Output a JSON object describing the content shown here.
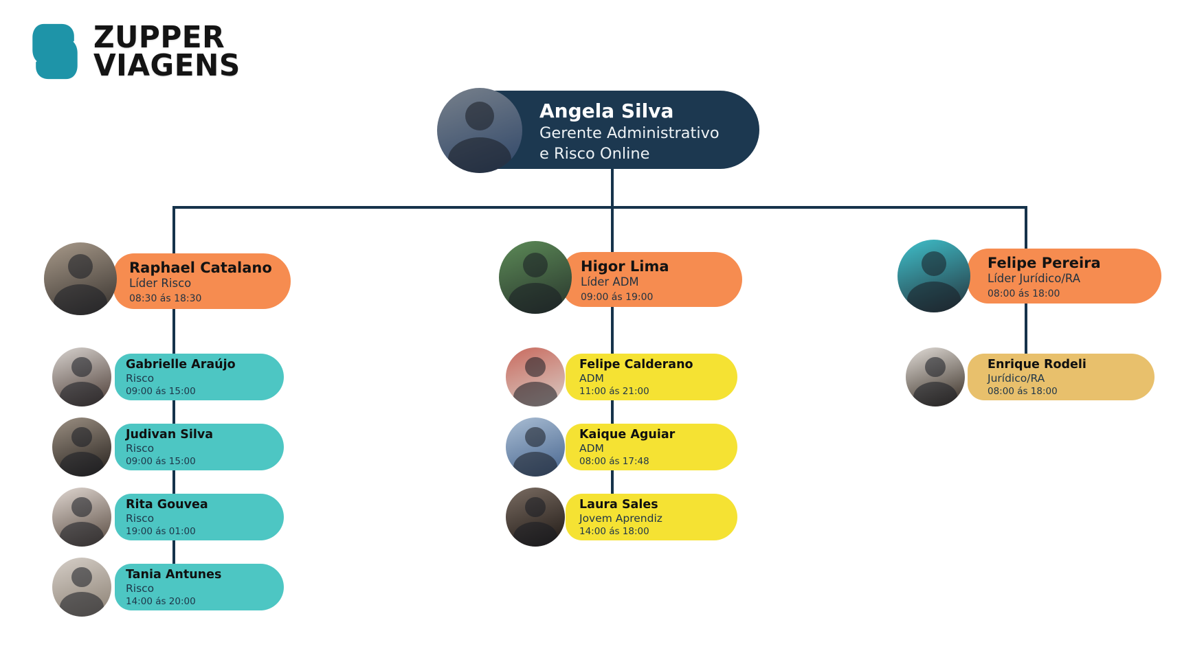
{
  "logo": {
    "brand_line1": "ZUPPER",
    "brand_line2": "VIAGENS",
    "mark_color": "#1E94A8"
  },
  "theme": {
    "background": "#FFFFFF",
    "line_color": "#16334B",
    "root_color": "#1C3850",
    "leader_color": "#F68C50",
    "risco_member_color": "#4DC6C3",
    "adm_member_color": "#F5E233",
    "juridico_member_color": "#E8C06C",
    "name_text_color": "#101010",
    "sub_text_color": "#1E3548"
  },
  "root": {
    "name": "Angela Silva",
    "title_lines": [
      "Gerente Administrativo",
      "e Risco Online"
    ],
    "avatar_colors": [
      "#77808B",
      "#2F4668"
    ]
  },
  "columns": [
    {
      "member_color": "#4DC6C3",
      "leader": {
        "name": "Raphael Catalano",
        "role": "Líder Risco",
        "schedule": "08:30 ás 18:30",
        "avatar_colors": [
          "#A89A8A",
          "#35302C"
        ]
      },
      "members": [
        {
          "name": "Gabrielle Araújo",
          "role": "Risco",
          "schedule": "09:00 ás 15:00",
          "avatar_colors": [
            "#D8D3CF",
            "#4A3A33"
          ]
        },
        {
          "name": "Judivan Silva",
          "role": "Risco",
          "schedule": "09:00 ás 15:00",
          "avatar_colors": [
            "#9C9083",
            "#241F1B"
          ]
        },
        {
          "name": "Rita Gouvea",
          "role": "Risco",
          "schedule": "19:00 ás 01:00",
          "avatar_colors": [
            "#E0D7D1",
            "#57493F"
          ]
        },
        {
          "name": "Tania Antunes",
          "role": "Risco",
          "schedule": "14:00 ás 20:00",
          "avatar_colors": [
            "#D6CFC8",
            "#8A7F72"
          ]
        }
      ]
    },
    {
      "member_color": "#F5E233",
      "leader": {
        "name": "Higor Lima",
        "role": "Líder ADM",
        "schedule": "09:00 ás 19:00",
        "avatar_colors": [
          "#5C8A57",
          "#28342C"
        ]
      },
      "members": [
        {
          "name": "Felipe Calderano",
          "role": "ADM",
          "schedule": "11:00 ás 21:00",
          "avatar_colors": [
            "#C96A5E",
            "#D8CDC6"
          ]
        },
        {
          "name": "Kaique Aguiar",
          "role": "ADM",
          "schedule": "08:00 ás 17:48",
          "avatar_colors": [
            "#A9BDD3",
            "#46648E"
          ]
        },
        {
          "name": "Laura Sales",
          "role": "Jovem Aprendiz",
          "schedule": "14:00 ás 18:00",
          "avatar_colors": [
            "#7A6C62",
            "#1D1713"
          ]
        }
      ]
    },
    {
      "member_color": "#E8C06C",
      "leader": {
        "name": "Felipe Pereira",
        "role": "Líder Jurídico/RA",
        "schedule": "08:00 ás 18:00",
        "avatar_colors": [
          "#3FC0CB",
          "#25313A"
        ]
      },
      "members": [
        {
          "name": "Enrique Rodeli",
          "role": "Jurídico/RA",
          "schedule": "08:00 ás 18:00",
          "avatar_colors": [
            "#E2DDD8",
            "#33291F"
          ]
        }
      ]
    }
  ]
}
